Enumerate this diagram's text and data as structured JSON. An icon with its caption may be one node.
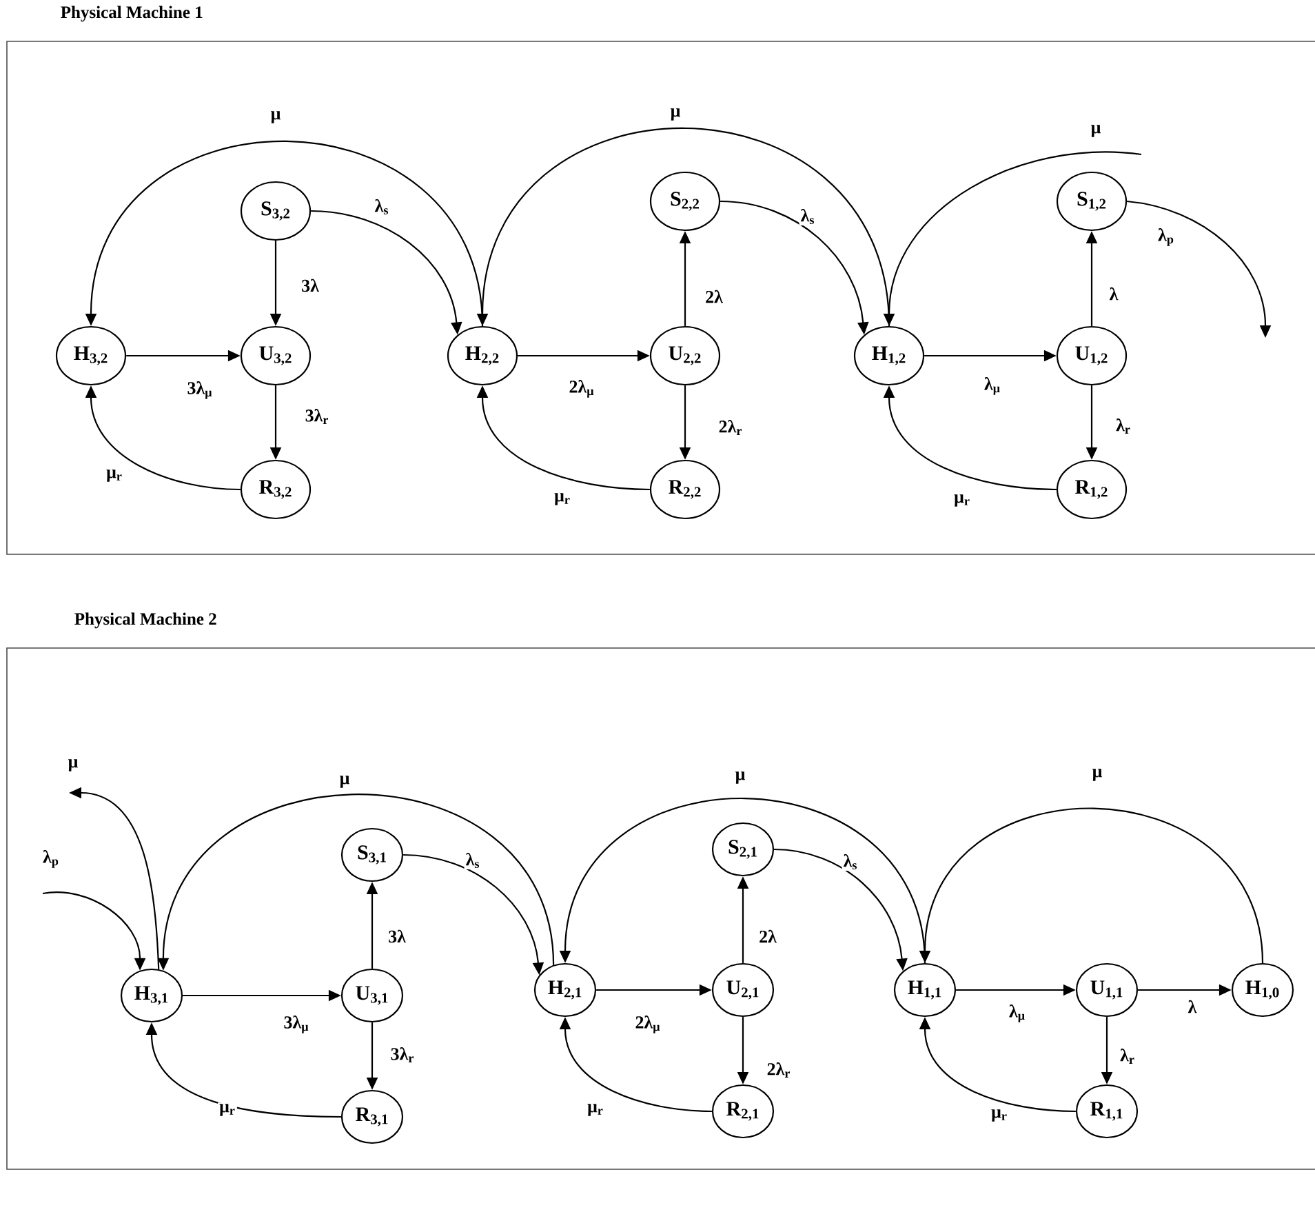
{
  "diagram": {
    "nodes": [
      {
        "text": [
          "Physical Machine 1"
        ]
      },
      {
        "text": [
          "H$_{3,2}$"
        ],
        "in": 0
      },
      {
        "text": [
          "S$_{3,2}$"
        ],
        "in": 0
      },
      {
        "text": [
          "U$_{3,2}$"
        ],
        "in": 0
      },
      {
        "text": [
          "R$_{3,2}$"
        ],
        "in": 0
      },
      {
        "text": [
          "H$_{2,2}$"
        ],
        "in": 0
      },
      {
        "text": [
          "S$_{2,2}$"
        ],
        "in": 0
      },
      {
        "text": [
          "U$_{2,2}$"
        ],
        "in": 0
      },
      {
        "text": [
          "R$_{2,2}$"
        ],
        "in": 0
      },
      {
        "text": [
          "H$_{1,2}$"
        ],
        "in": 0
      },
      {
        "text": [
          "S$_{1,2}$"
        ],
        "in": 0
      },
      {
        "text": [
          "U$_{1,2}$"
        ],
        "in": 0
      },
      {
        "text": [
          "R$_{1,2}$"
        ],
        "in": 0
      },
      {
        "text": [
          "Physical Machine 2"
        ]
      },
      {
        "text": [
          "H$_{3,1}$"
        ],
        "in": 13
      },
      {
        "text": [
          "S$_{3,1}$"
        ],
        "in": 13
      },
      {
        "text": [
          "U$_{3,1}$"
        ],
        "in": 13
      },
      {
        "text": [
          "R$_{3,1}$"
        ],
        "in": 13
      },
      {
        "text": [
          "H$_{2,1}$"
        ],
        "in": 13
      },
      {
        "text": [
          "S$_{2,1}$"
        ],
        "in": 13
      },
      {
        "text": [
          "U$_{2,1}$"
        ],
        "in": 13
      },
      {
        "text": [
          "R$_{2,1}$"
        ],
        "in": 13
      },
      {
        "text": [
          "H$_{1,1}$"
        ],
        "in": 13
      },
      {
        "text": [
          "U$_{1,1}$"
        ],
        "in": 13
      },
      {
        "text": [
          "R$_{1,1}$"
        ],
        "in": 13
      },
      {
        "text": [
          "H$_{1,0}$"
        ],
        "in": 13
      }
    ],
    "edges": [
      {
        "from": 2,
        "to": 3,
        "arrow": "to",
        "label": "3λ"
      },
      {
        "from": 1,
        "to": 3,
        "arrow": "to",
        "label": "3λ$_{μ}$"
      },
      {
        "from": 3,
        "to": 4,
        "arrow": "to",
        "label": "3λ$_{r}$"
      },
      {
        "from": 4,
        "to": 1,
        "arrow": "to",
        "label": "μ$_{r}$"
      },
      {
        "from": 2,
        "to": 5,
        "arrow": "to",
        "label": "λ$_{s}$"
      },
      {
        "from": 5,
        "to": 1,
        "arrow": "to",
        "label": "μ"
      },
      {
        "from": 7,
        "to": 6,
        "arrow": "to",
        "label": "2λ"
      },
      {
        "from": 5,
        "to": 7,
        "arrow": "to",
        "label": "2λ$_{μ}$"
      },
      {
        "from": 7,
        "to": 8,
        "arrow": "to",
        "label": "2λ$_{r}$"
      },
      {
        "from": 8,
        "to": 5,
        "arrow": "to",
        "label": "μ$_{r}$"
      },
      {
        "from": 6,
        "to": 9,
        "arrow": "to",
        "label": "λ$_{s}$"
      },
      {
        "from": 9,
        "to": 5,
        "arrow": "to",
        "label": "μ"
      },
      {
        "from": 11,
        "to": 10,
        "arrow": "to",
        "label": "λ"
      },
      {
        "from": 9,
        "to": 11,
        "arrow": "to",
        "label": "λ$_{μ}$"
      },
      {
        "from": 11,
        "to": 12,
        "arrow": "to",
        "label": "λ$_{r}$"
      },
      {
        "from": 12,
        "to": 9,
        "arrow": "to",
        "label": "μ$_{r}$"
      },
      {
        "from": null,
        "to": 9,
        "arrow": "to",
        "label": "μ"
      },
      {
        "from": 10,
        "to": null,
        "arrow": "to",
        "label": "λ$_{p}$"
      },
      {
        "from": 16,
        "to": 15,
        "arrow": "to",
        "label": "3λ"
      },
      {
        "from": 14,
        "to": 16,
        "arrow": "to",
        "label": "3λ$_{μ}$"
      },
      {
        "from": 16,
        "to": 17,
        "arrow": "to",
        "label": "3λ$_{r}$"
      },
      {
        "from": 17,
        "to": 14,
        "arrow": "to",
        "label": "μ$_{r}$"
      },
      {
        "from": 15,
        "to": 18,
        "arrow": "to",
        "label": "λ$_{s}$"
      },
      {
        "from": 18,
        "to": 14,
        "arrow": "to",
        "label": "μ"
      },
      {
        "from": 14,
        "to": null,
        "arrow": "to",
        "label": "μ"
      },
      {
        "from": null,
        "to": 14,
        "arrow": "to",
        "label": "λ$_{p}$"
      },
      {
        "from": 20,
        "to": 19,
        "arrow": "to",
        "label": "2λ"
      },
      {
        "from": 18,
        "to": 20,
        "arrow": "to",
        "label": "2λ$_{μ}$"
      },
      {
        "from": 20,
        "to": 21,
        "arrow": "to",
        "label": "2λ$_{r}$"
      },
      {
        "from": 21,
        "to": 18,
        "arrow": "to",
        "label": "μ$_{r}$"
      },
      {
        "from": 19,
        "to": 22,
        "arrow": "to",
        "label": "λ$_{s}$"
      },
      {
        "from": 22,
        "to": 18,
        "arrow": "to",
        "label": "μ"
      },
      {
        "from": 23,
        "to": 24,
        "arrow": "to",
        "label": "λ$_{r}$"
      },
      {
        "from": 22,
        "to": 23,
        "arrow": "to",
        "label": "λ$_{μ}$"
      },
      {
        "from": 23,
        "to": 25,
        "arrow": "to",
        "label": "λ"
      },
      {
        "from": 24,
        "to": 22,
        "arrow": "to",
        "label": "μ$_{r}$"
      },
      {
        "from": 25,
        "to": 22,
        "arrow": "to",
        "label": "μ"
      }
    ]
  }
}
